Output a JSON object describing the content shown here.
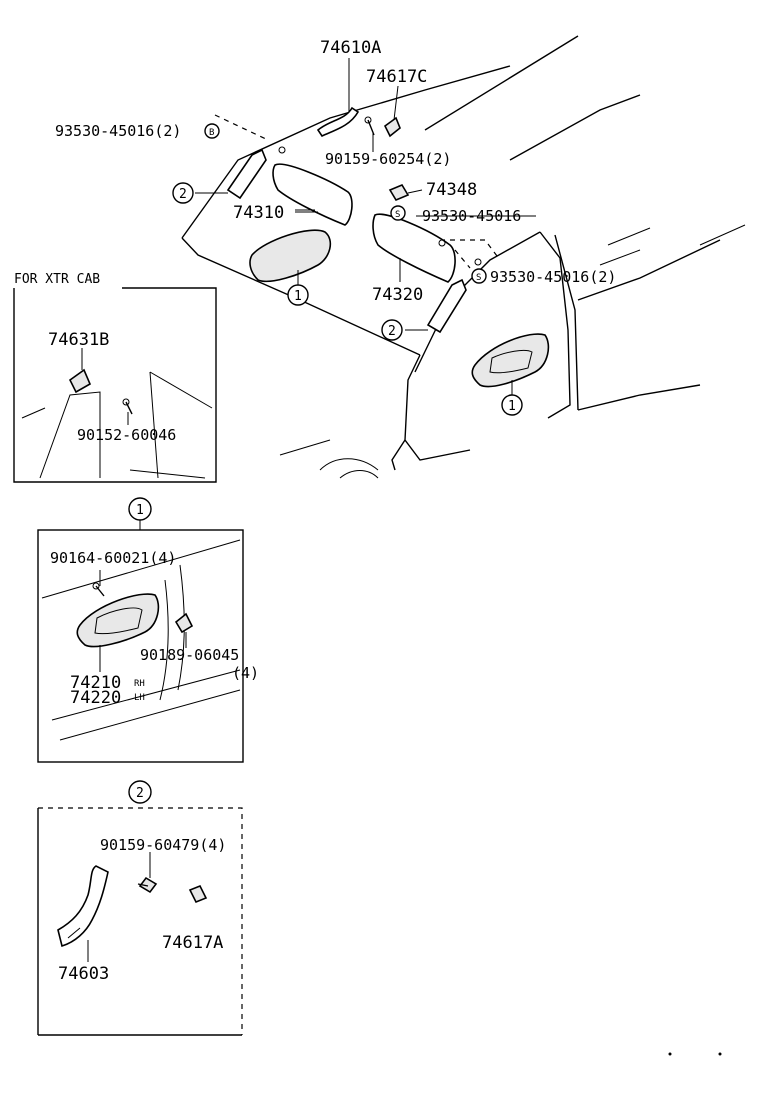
{
  "labels": {
    "p74610A": "74610A",
    "p74617C": "74617C",
    "p93530_45016_2_top": "93530-45016(2)",
    "p90159_60254": "90159-60254(2)",
    "p74348": "74348",
    "p74310": "74310",
    "p93530_45016": "93530-45016",
    "p93530_45016_2_right": "93530-45016(2)",
    "p74320": "74320",
    "xtr_cab": "FOR XTR CAB",
    "p74631B": "74631B",
    "p90152_60046": "90152-60046",
    "p90164_60021": "90164-60021(4)",
    "p90189_06045": "90189-06045",
    "qty4": "(4)",
    "p74210": "74210",
    "p74220": "74220",
    "rh": "RH",
    "lh": "LH",
    "p90159_60479": "90159-60479(4)",
    "p74617A": "74617A",
    "p74603": "74603"
  },
  "callouts": {
    "one": "1",
    "two": "2",
    "s": "S",
    "b": "B"
  }
}
